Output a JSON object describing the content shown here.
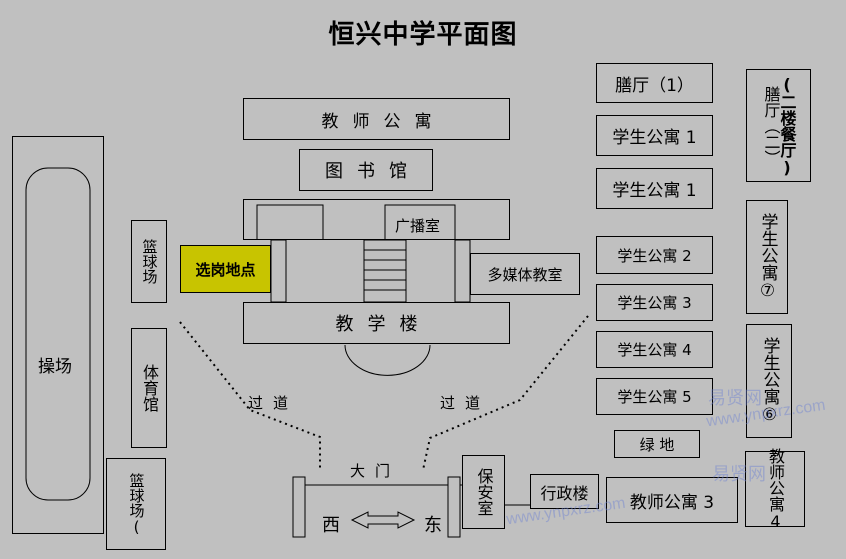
{
  "title": "恒兴中学平面图",
  "colors": {
    "background": "#c0c0c0",
    "highlight": "#c8c400",
    "watermark": "#6e82d2"
  },
  "labels": {
    "teacher_apartment": "教师公寓",
    "library": "图书馆",
    "broadcast_room": "广播室",
    "selected_location": "选岗地点",
    "multimedia_room": "多媒体教室",
    "teaching_building": "教学楼",
    "playground": "操场",
    "basketball_court_top": "篮球场",
    "gymnasium": "体育馆",
    "basketball_court_bottom": "篮球场(",
    "corridor_left": "过道",
    "corridor_right": "过道",
    "main_gate": "大门",
    "west": "西",
    "east": "东",
    "security_room": "保安室",
    "admin_building": "行政楼",
    "teacher_apartment_3": "教师公寓 3",
    "teacher_apartment_4": "教师公寓4",
    "canteen_1": "膳厅（1）",
    "canteen_2": "膳厅（二）",
    "canteen_2_note": "(二楼餐厅)",
    "student_apartment_1a": "学生公寓 1",
    "student_apartment_1b": "学生公寓 1",
    "student_apartment_2": "学生公寓 2",
    "student_apartment_3": "学生公寓 3",
    "student_apartment_4": "学生公寓 4",
    "student_apartment_5": "学生公寓 5",
    "student_apartment_7": "学生公寓⑦",
    "student_apartment_6": "学生公寓⑥",
    "green_area": "绿 地"
  },
  "watermarks": [
    "易贤网",
    "www.ynpxrz.com",
    "易贤网",
    "www.ynpxrz.com"
  ]
}
